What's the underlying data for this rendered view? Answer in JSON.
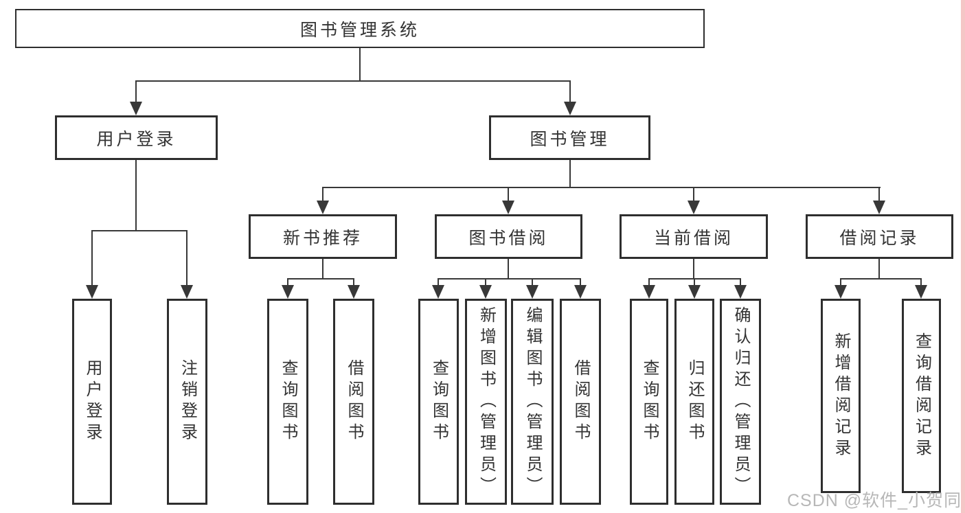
{
  "tree": {
    "root": "图书管理系统",
    "branches": [
      {
        "label": "用户登录",
        "leaves": [
          "用户登录",
          "注销登录"
        ]
      },
      {
        "label": "图书管理",
        "groups": [
          {
            "label": "新书推荐",
            "leaves": [
              "查询图书",
              "借阅图书"
            ]
          },
          {
            "label": "图书借阅",
            "leaves": [
              "查询图书",
              "新增图书（管理员）",
              "编辑图书（管理员）",
              "借阅图书"
            ]
          },
          {
            "label": "当前借阅",
            "leaves": [
              "查询图书",
              "归还图书",
              "确认归还（管理员）"
            ]
          },
          {
            "label": "借阅记录",
            "leaves": [
              "新增借阅记录",
              "查询借阅记录"
            ]
          }
        ]
      }
    ]
  },
  "watermark": "CSDN @软件_小贺同学",
  "colors": {
    "background": "#ffffff",
    "box_border": "#2e2e2e",
    "line": "#383838",
    "text": "#333333",
    "watermark": "#b7b7b7",
    "right_edge_strip": "#f5c6c6"
  }
}
